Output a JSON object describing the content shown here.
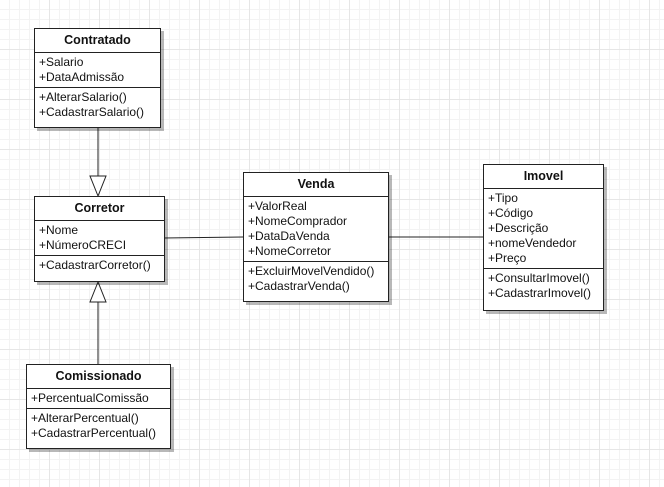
{
  "diagram": {
    "classes": [
      {
        "id": "contratado",
        "name": "Contratado",
        "attributes": [
          "+Salario",
          "+DataAdmissão"
        ],
        "methods": [
          "+AlterarSalario()",
          "+CadastrarSalario()"
        ]
      },
      {
        "id": "corretor",
        "name": "Corretor",
        "attributes": [
          "+Nome",
          "+NúmeroCRECI"
        ],
        "methods": [
          "+CadastrarCorretor()"
        ]
      },
      {
        "id": "comissionado",
        "name": "Comissionado",
        "attributes": [
          "+PercentualComissão"
        ],
        "methods": [
          "+AlterarPercentual()",
          "+CadastrarPercentual()"
        ]
      },
      {
        "id": "venda",
        "name": "Venda",
        "attributes": [
          "+ValorReal",
          "+NomeComprador",
          "+DataDaVenda",
          "+NomeCorretor"
        ],
        "methods": [
          "+ExcluirMovelVendido()",
          "+CadastrarVenda()"
        ]
      },
      {
        "id": "imovel",
        "name": "Imovel",
        "attributes": [
          "+Tipo",
          "+Código",
          "+Descrição",
          "+nomeVendedor",
          "+Preço"
        ],
        "methods": [
          "+ConsultarImovel()",
          "+CadastrarImovel()"
        ]
      }
    ],
    "relations": [
      {
        "type": "generalization",
        "from": "contratado",
        "to": "corretor"
      },
      {
        "type": "generalization",
        "from": "comissionado",
        "to": "corretor"
      },
      {
        "type": "association",
        "from": "corretor",
        "to": "venda"
      },
      {
        "type": "association",
        "from": "venda",
        "to": "imovel"
      }
    ]
  }
}
